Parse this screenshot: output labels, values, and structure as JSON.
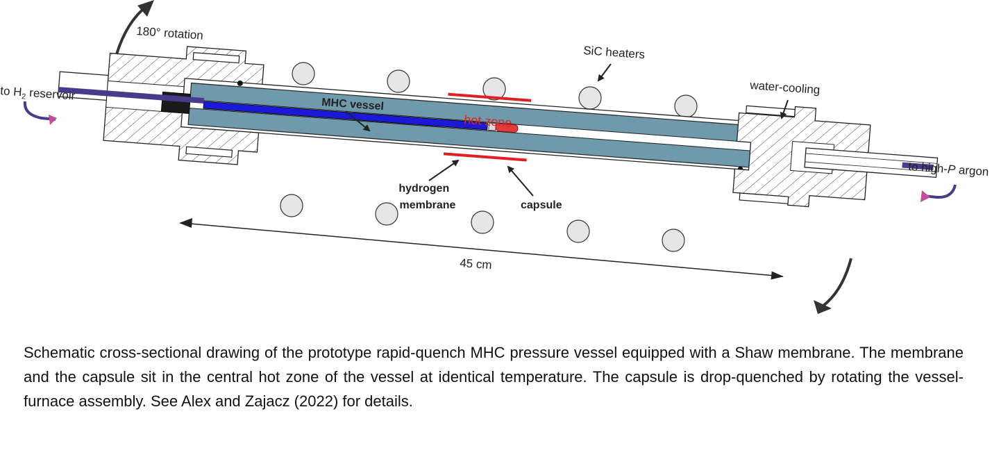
{
  "diagram": {
    "labels": {
      "rotation": "180° rotation",
      "h2_reservoir_prefix": "to H",
      "h2_reservoir_sub": "2",
      "h2_reservoir_suffix": " reservoir",
      "mhc_vessel": "MHC vessel",
      "hot_zone": "hot zone",
      "sic_heaters": "SiC heaters",
      "water_cooling": "water-cooling",
      "argon_prefix": "to high-",
      "argon_italic": "P",
      "argon_suffix": " argon",
      "hydrogen_membrane_line1": "hydrogen",
      "hydrogen_membrane_line2": "membrane",
      "capsule": "capsule",
      "length": "45 cm"
    },
    "colors": {
      "vessel": "#6f9aab",
      "membrane": "#1a1ad6",
      "capsule": "#e23b3b",
      "hot_zone": "#e02020",
      "gas_line": "#4a3a8c",
      "heater": "#e6e6e6"
    }
  },
  "caption": "Schematic cross-sectional drawing of the prototype rapid-quench MHC pressure vessel equipped with a Shaw membrane. The membrane and the capsule sit in the central hot zone of the vessel at identical temperature. The capsule is drop-quenched by rotating the vessel-furnace assembly.  See Alex and Zajacz (2022) for details."
}
